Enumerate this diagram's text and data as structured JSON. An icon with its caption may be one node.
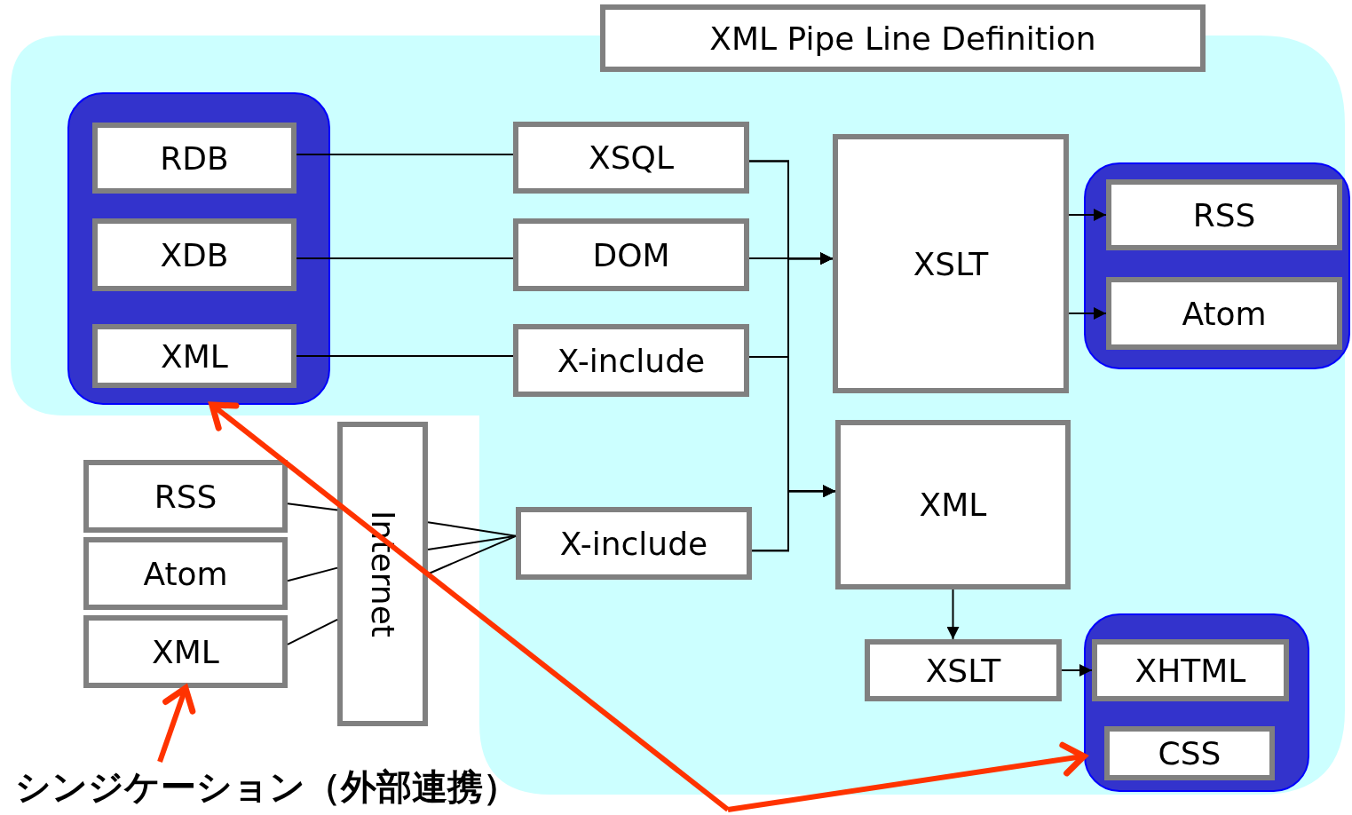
{
  "diagram": {
    "nodes": [
      {
        "text": [
          "XML Pipe Line Definition"
        ]
      },
      {
        "text": [],
        "shape": "box"
      },
      {
        "text": [
          "RDB"
        ],
        "in": 1
      },
      {
        "text": [
          "XDB"
        ],
        "in": 1
      },
      {
        "text": [
          "XML"
        ],
        "in": 1
      },
      {
        "text": [
          "XSQL"
        ]
      },
      {
        "text": [
          "DOM"
        ]
      },
      {
        "text": [
          "X-include"
        ]
      },
      {
        "text": [
          "XSLT"
        ]
      },
      {
        "text": [],
        "shape": "box"
      },
      {
        "text": [
          "RSS"
        ],
        "in": 9
      },
      {
        "text": [
          "Atom"
        ],
        "in": 9
      },
      {
        "text": [
          "RSS"
        ]
      },
      {
        "text": [
          "Atom"
        ]
      },
      {
        "text": [
          "XML"
        ]
      },
      {
        "text": [
          "Internet"
        ]
      },
      {
        "text": [
          "X-include"
        ]
      },
      {
        "text": [
          "XML"
        ]
      },
      {
        "text": [
          "XSLT"
        ]
      },
      {
        "text": [],
        "shape": "box"
      },
      {
        "text": [
          "XHTML"
        ],
        "in": 19
      },
      {
        "text": [
          "CSS"
        ],
        "in": 19
      },
      {
        "text": [
          "シンジケーション（外部連携）"
        ]
      }
    ],
    "edges": [
      {
        "from": 2,
        "to": 5,
        "arrow": "none"
      },
      {
        "from": 3,
        "to": 6,
        "arrow": "none"
      },
      {
        "from": 4,
        "to": 7,
        "arrow": "none"
      },
      {
        "from": 5,
        "to": 8,
        "arrow": "to"
      },
      {
        "from": 6,
        "to": 8,
        "arrow": "to"
      },
      {
        "from": 7,
        "to": 8,
        "arrow": "to"
      },
      {
        "from": 16,
        "to": 8,
        "arrow": "to"
      },
      {
        "from": 5,
        "to": 17,
        "arrow": "to"
      },
      {
        "from": 6,
        "to": 17,
        "arrow": "to"
      },
      {
        "from": 7,
        "to": 17,
        "arrow": "to"
      },
      {
        "from": 16,
        "to": 17,
        "arrow": "to"
      },
      {
        "from": 8,
        "to": 10,
        "arrow": "to"
      },
      {
        "from": 8,
        "to": 11,
        "arrow": "to"
      },
      {
        "from": 12,
        "to": 15,
        "arrow": "none"
      },
      {
        "from": 13,
        "to": 15,
        "arrow": "none"
      },
      {
        "from": 14,
        "to": 15,
        "arrow": "none"
      },
      {
        "from": 15,
        "to": 16,
        "arrow": "none"
      },
      {
        "from": 15,
        "to": 16,
        "arrow": "none"
      },
      {
        "from": 15,
        "to": 16,
        "arrow": "none"
      },
      {
        "from": 17,
        "to": 18,
        "arrow": "to"
      },
      {
        "from": 18,
        "to": 20,
        "arrow": "to"
      },
      {
        "from": 22,
        "to": 14,
        "arrow": "to",
        "style": "thick",
        "color": "#ff3300"
      },
      {
        "from": null,
        "to": 1,
        "arrow": "to",
        "style": "thick",
        "color": "#ff3300"
      },
      {
        "from": null,
        "to": 19,
        "arrow": "to",
        "style": "thick",
        "color": "#ff3300"
      }
    ]
  }
}
